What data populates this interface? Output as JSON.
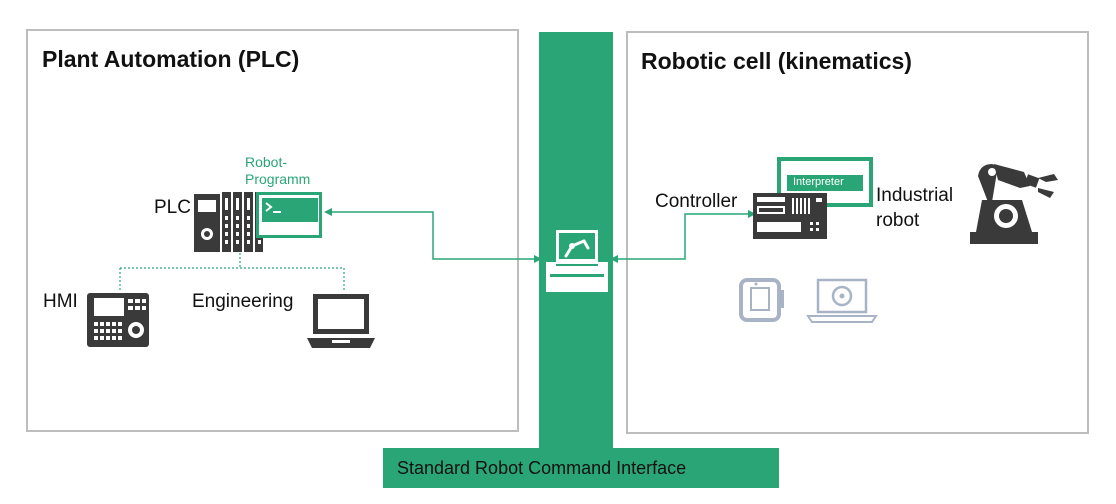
{
  "left_panel": {
    "title": "Plant Automation (PLC)",
    "plc_label": "PLC",
    "robot_program_label_line1": "Robot-",
    "robot_program_label_line2": "Programm",
    "hmi_label": "HMI",
    "engineering_label": "Engineering"
  },
  "right_panel": {
    "title": "Robotic cell (kinematics)",
    "controller_label": "Controller",
    "interpreter_label": "Interpreter",
    "industrial_robot_line1": "Industrial",
    "industrial_robot_line2": "robot"
  },
  "interface": {
    "banner_label": "Standard Robot Command Interface"
  },
  "colors": {
    "accent_green": "#2aa676",
    "device_dark": "#3a3a3a",
    "faded_grey": "#8e9bb0",
    "panel_border": "#bdbdbd"
  },
  "icons": {
    "plc": "plc-rack-icon",
    "program": "terminal-window-icon",
    "hmi": "hmi-panel-icon",
    "engineering": "laptop-icon",
    "controller": "controller-unit-icon",
    "robot": "industrial-robot-arm-icon",
    "interface": "robot-command-box-icon",
    "teach_pendant": "teach-pendant-icon",
    "laptop_disc": "laptop-disc-icon"
  }
}
